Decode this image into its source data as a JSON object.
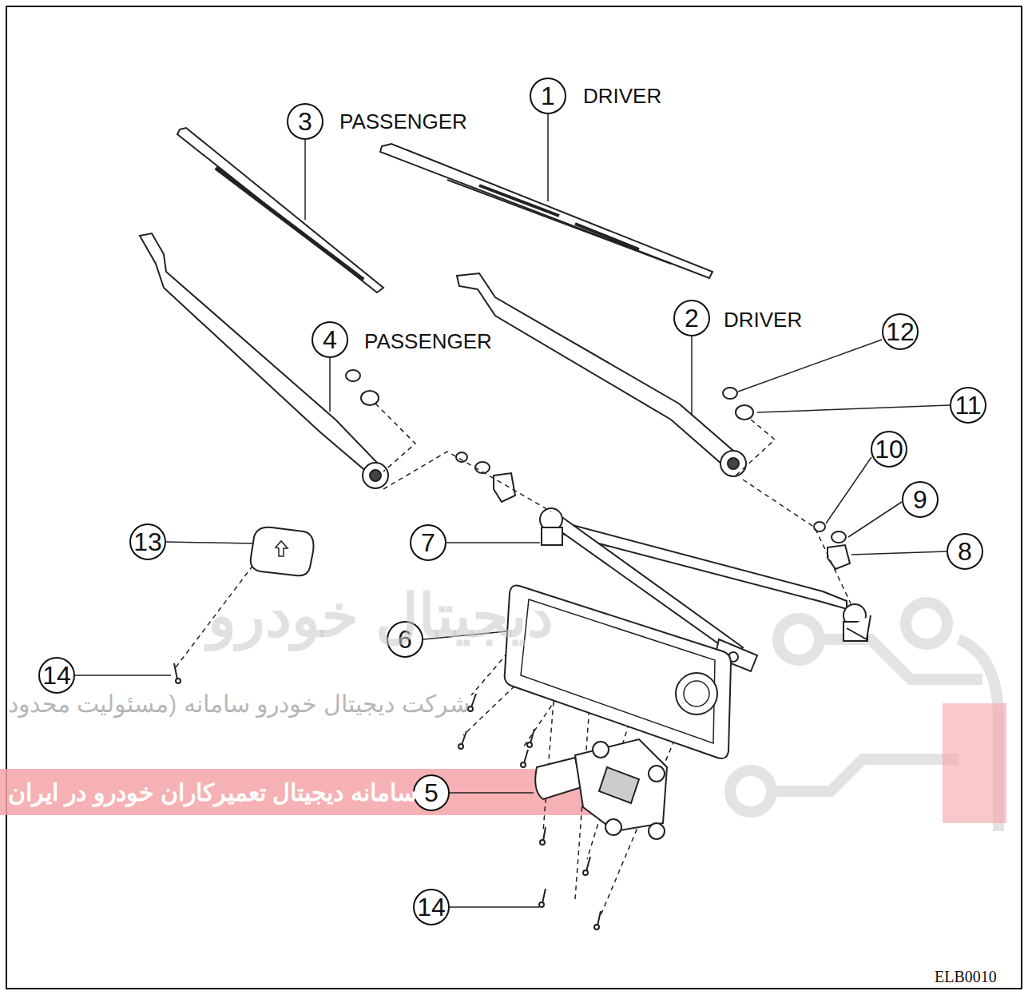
{
  "diagram": {
    "labels": [
      "1",
      "DRIVER",
      "3",
      "PASSENGER",
      "2",
      "DRIVER",
      "4",
      "PASSENGER",
      "12",
      "11",
      "10",
      "9",
      "8",
      "7",
      "13",
      "6",
      "14",
      "5",
      "14",
      "ELB0010",
      "دیجیتال خودرو",
      "شرکت دیجیتال خودرو سامانه (مسئولیت محدود",
      "سامانه دیجیتال تعمیرکاران خودرو در ایران"
    ]
  }
}
